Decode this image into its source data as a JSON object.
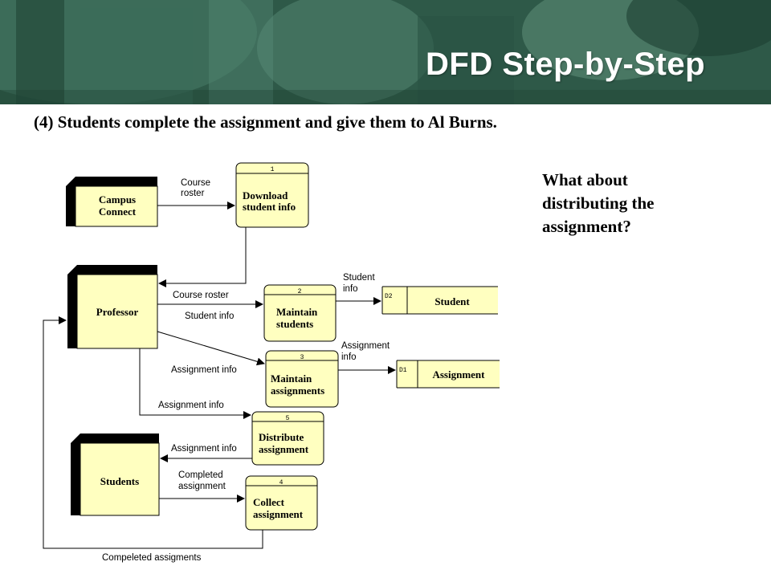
{
  "slide": {
    "title": "DFD Step-by-Step",
    "subtitle": "(4) Students complete the assignment and give them to Al Burns.",
    "note_lines": [
      "What about",
      "distributing the",
      "assignment?"
    ]
  },
  "entities": {
    "campus": [
      "Campus",
      "Connect"
    ],
    "professor": "Professor",
    "students": "Students"
  },
  "processes": {
    "p1": {
      "id": "1",
      "lines": [
        "Download",
        "student info"
      ]
    },
    "p2": {
      "id": "2",
      "lines": [
        "Maintain",
        "students"
      ]
    },
    "p3": {
      "id": "3",
      "lines": [
        "Maintain",
        "assignments"
      ]
    },
    "p5": {
      "id": "5",
      "lines": [
        "Distribute",
        "assignment"
      ]
    },
    "p4": {
      "id": "4",
      "lines": [
        "Collect",
        "assignment"
      ]
    }
  },
  "stores": {
    "d2": {
      "id": "D2",
      "name": "Student"
    },
    "d1": {
      "id": "D1",
      "name": "Assignment"
    }
  },
  "flows": {
    "course_roster_1": [
      "Course",
      "roster"
    ],
    "course_roster_2": "Course roster",
    "student_info": "Student info",
    "student_info_store": [
      "Student",
      "info"
    ],
    "assignment_info_1": "Assignment info",
    "assignment_info_store": [
      "Assignment",
      "info"
    ],
    "assignment_info_2": "Assignment info",
    "assignment_info_3": "Assignment info",
    "completed_assignment": [
      "Completed",
      "assignment"
    ],
    "compeleted_assigments": "Compeleted assigments"
  },
  "colors": {
    "banner": "#2f5a47",
    "box_fill": "#ffffc0",
    "shadow": "#000000"
  }
}
